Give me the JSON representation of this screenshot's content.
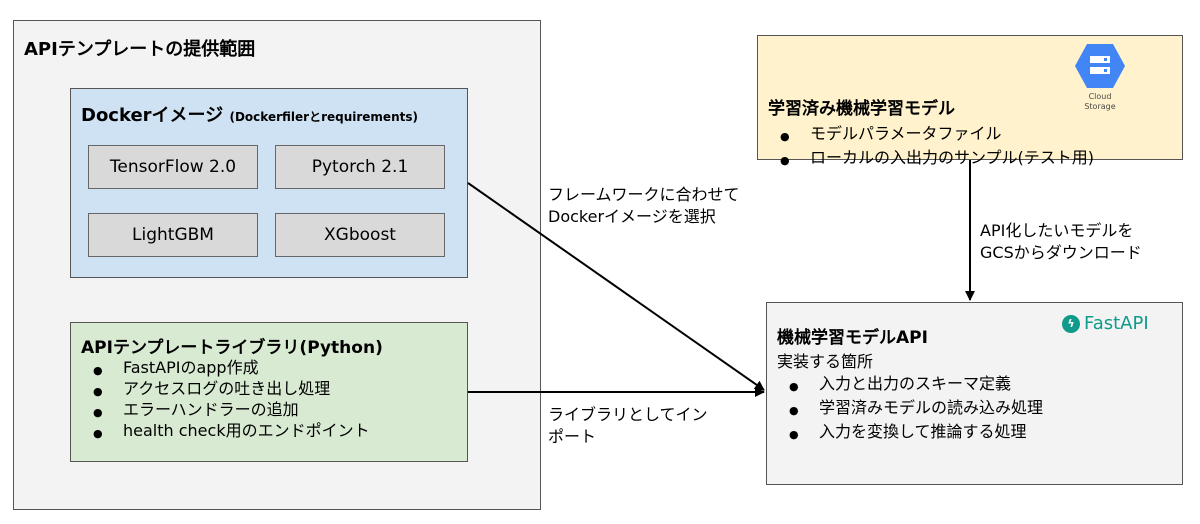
{
  "outer": {
    "title": "APIテンプレートの提供範囲"
  },
  "docker": {
    "title": "Dockerイメージ",
    "subtitle": "(Dockerfilerとrequirements)",
    "frameworks": [
      "TensorFlow 2.0",
      "Pytorch 2.1",
      "LightGBM",
      "XGboost"
    ]
  },
  "library": {
    "title": "APIテンプレートライブラリ(Python)",
    "items": [
      "FastAPIのapp作成",
      "アクセスログの吐き出し処理",
      "エラーハンドラーの追加",
      "health check用のエンドポイント"
    ]
  },
  "model": {
    "title": "学習済み機械学習モデル",
    "items": [
      "モデルパラメータファイル",
      "ローカルの入出力のサンプル(テスト用)"
    ],
    "logo_text_1": "Cloud",
    "logo_text_2": "Storage"
  },
  "api": {
    "title": "機械学習モデルAPI",
    "subtitle": "実装する箇所",
    "items": [
      "入力と出力のスキーマ定義",
      "学習済みモデルの読み込み処理",
      "入力を変換して推論する処理"
    ],
    "logo_text": "FastAPI"
  },
  "labels": {
    "docker_select_1": "フレームワークに合わせて",
    "docker_select_2": "Dockerイメージを選択",
    "download_1": "API化したいモデルを",
    "download_2": "GCSからダウンロード",
    "import_1": "ライブラリとしてイン",
    "import_2": "ポート"
  },
  "colors": {
    "outer_bg": "#f3f3f3",
    "docker_bg": "#cfe2f3",
    "framework_bg": "#d9d9d9",
    "library_bg": "#d9ead3",
    "model_bg": "#fff2cc",
    "api_bg": "#f3f3f3",
    "fastapi_accent": "#0f9a89",
    "gcs_blue": "#4285f4"
  },
  "icons": [
    "cloud-storage-icon",
    "fastapi-logo"
  ]
}
